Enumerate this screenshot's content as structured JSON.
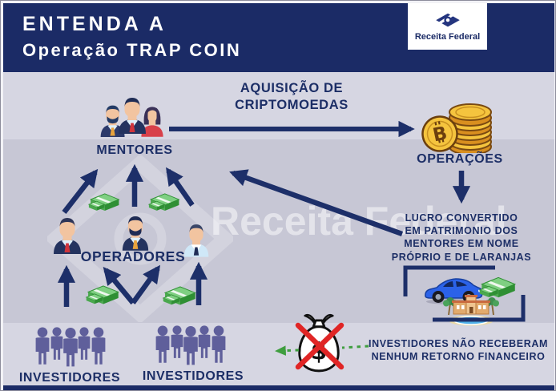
{
  "header": {
    "title_line1": "ENTENDA A",
    "title_line2": "Operação TRAP COIN",
    "logo_label": "Receita Federal"
  },
  "watermark": {
    "text": "Receita Federal"
  },
  "flow": {
    "mentores_label": "MENTORES",
    "aquisicao_line1": "AQUISIÇÃO DE",
    "aquisicao_line2": "CRIPTOMOEDAS",
    "operacoes_label": "OPERAÇÕES",
    "lucro_line1": "LUCRO CONVERTIDO",
    "lucro_line2": "EM PATRIMONIO DOS",
    "lucro_line3": "MENTORES EM NOME",
    "lucro_line4": "PRÓPRIO E DE LARANJAS",
    "operadores_label": "OPERADORES",
    "investidores_left_label": "INVESTIDORES",
    "investidores_right_label": "INVESTIDORES",
    "sem_retorno_line1": "INVESTIDORES NÃO RECEBERAM",
    "sem_retorno_line2": "NENHUM RETORNO FINANCEIRO"
  },
  "icons": {
    "coin_symbol": "B",
    "money_bag_symbol": "$"
  },
  "colors": {
    "header_navy": "#1b2b66",
    "band_light": "#d6d6e2",
    "band_mid": "#c7c7d5",
    "arrow_navy": "#1d2f69",
    "text_navy": "#1c2e66",
    "money_green": "#4aa84e",
    "investor_purple": "#5f5f9b",
    "alert_red": "#e02525",
    "return_arrow_green": "#3f9e3f",
    "coin_gold": "#f5c43e"
  }
}
